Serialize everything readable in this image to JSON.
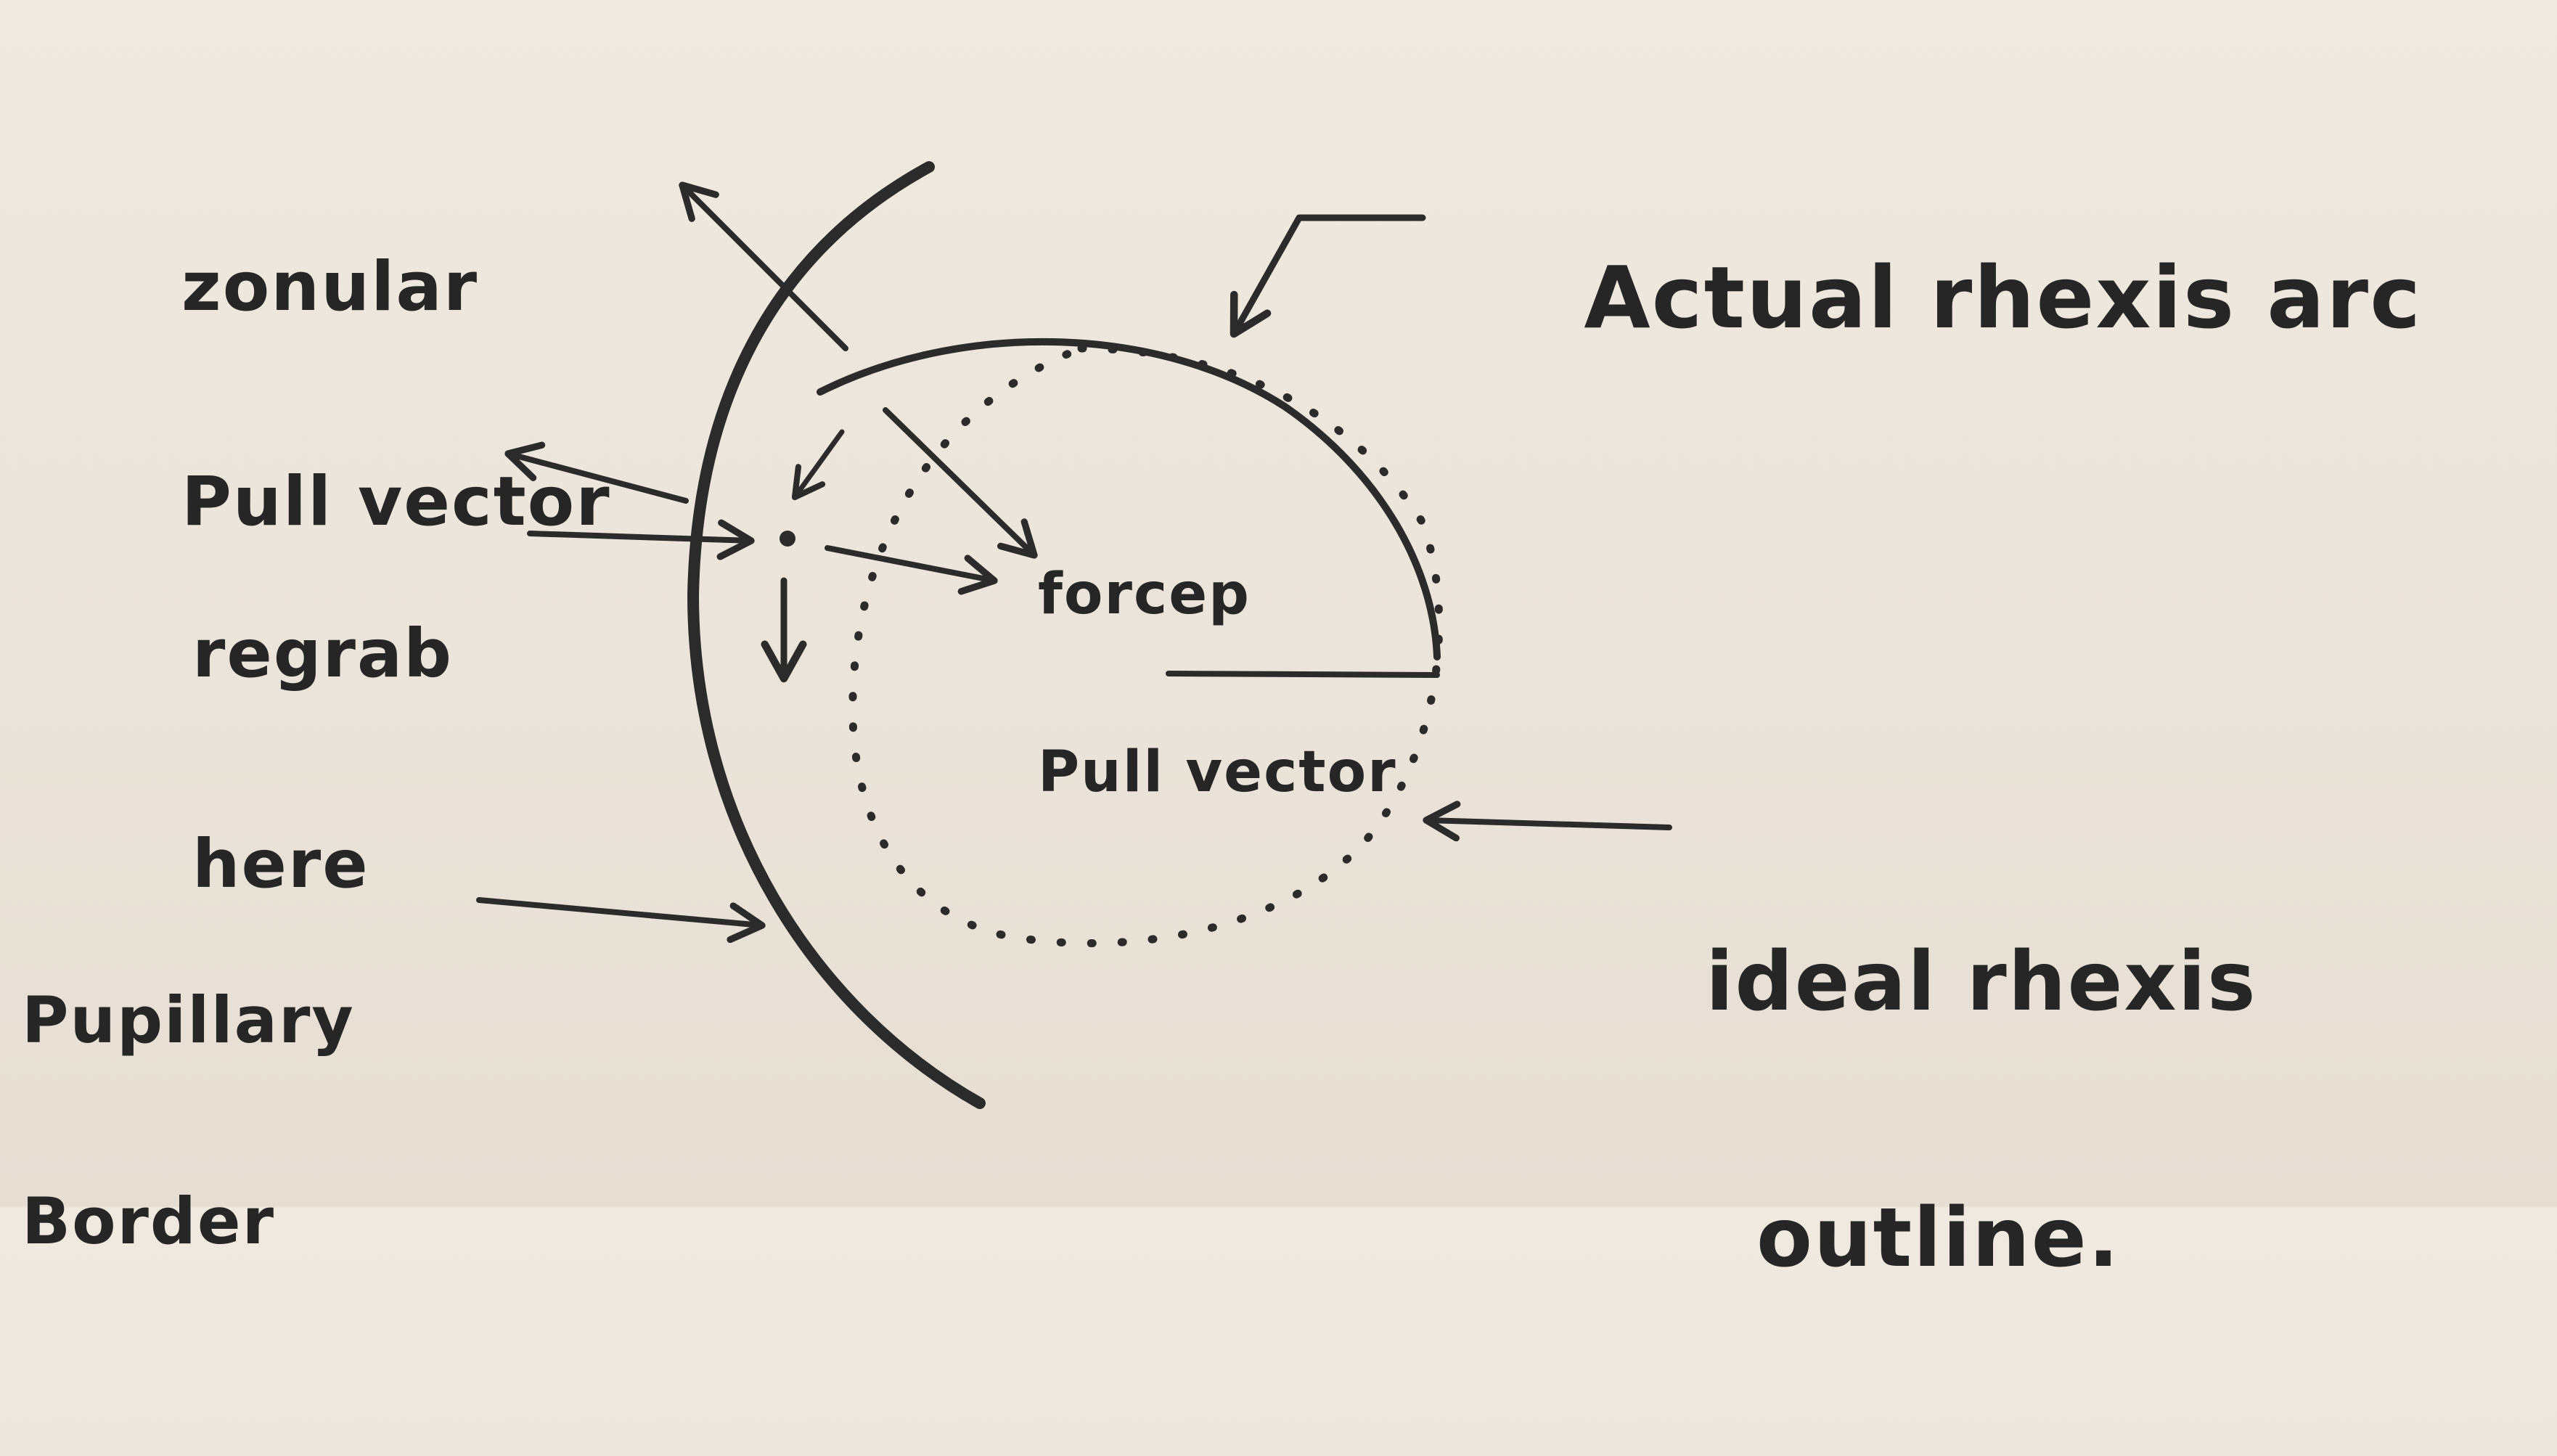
{
  "labels": {
    "zonular": [
      "zonular",
      "Pull vector"
    ],
    "actual": "Actual rhexis arc",
    "regrab": [
      "regrab",
      "here"
    ],
    "forcep": [
      "forcep",
      "Pull vector"
    ],
    "pupillary": [
      "Pupillary",
      "Border"
    ],
    "ideal": [
      "ideal rhexis",
      "outline."
    ]
  },
  "colors": {
    "paper": "#ece5db",
    "ink": "#2b2b2b"
  }
}
